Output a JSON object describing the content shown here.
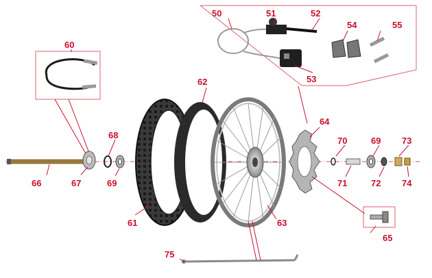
{
  "callouts": {
    "c50": "50",
    "c51": "51",
    "c52": "52",
    "c53": "53",
    "c54": "54",
    "c55": "55",
    "c60": "60",
    "c61": "61",
    "c62": "62",
    "c63": "63",
    "c64": "64",
    "c65": "65",
    "c66": "66",
    "c67": "67",
    "c68": "68",
    "c69a": "69",
    "c69b": "69",
    "c70": "70",
    "c71": "71",
    "c72": "72",
    "c73": "73",
    "c74": "74",
    "c75": "75"
  },
  "colors": {
    "callout": "#c8102e",
    "frame": "#d9626d",
    "tire": "#2a2a2a",
    "rim": "#8f8f8f"
  }
}
